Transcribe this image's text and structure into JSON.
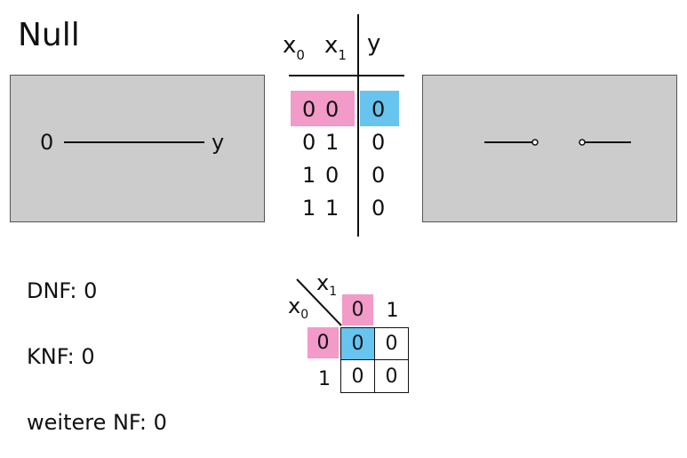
{
  "title": "Null",
  "left_circuit": {
    "input_label": "0",
    "output_label": "y"
  },
  "truth_table": {
    "headers": {
      "x": "x",
      "x0_sub": "0",
      "x1_sub": "1",
      "y": "y"
    },
    "rows": [
      {
        "x0": "0",
        "x1": "0",
        "y": "0"
      },
      {
        "x0": "0",
        "x1": "1",
        "y": "0"
      },
      {
        "x0": "1",
        "x1": "0",
        "y": "0"
      },
      {
        "x0": "1",
        "x1": "1",
        "y": "0"
      }
    ]
  },
  "kmap": {
    "col_var": "x",
    "col_sub": "1",
    "row_var": "x",
    "row_sub": "0",
    "col_headers": [
      "0",
      "1"
    ],
    "row_headers": [
      "0",
      "1"
    ],
    "cells": [
      [
        "0",
        "0"
      ],
      [
        "0",
        "0"
      ]
    ]
  },
  "normal_forms": {
    "dnf": "DNF: 0",
    "knf": "KNF: 0",
    "other": "weitere NF: 0"
  },
  "colors": {
    "highlight_input": "#f29ac8",
    "highlight_output": "#66c4ee",
    "panel": "#cccccc"
  }
}
